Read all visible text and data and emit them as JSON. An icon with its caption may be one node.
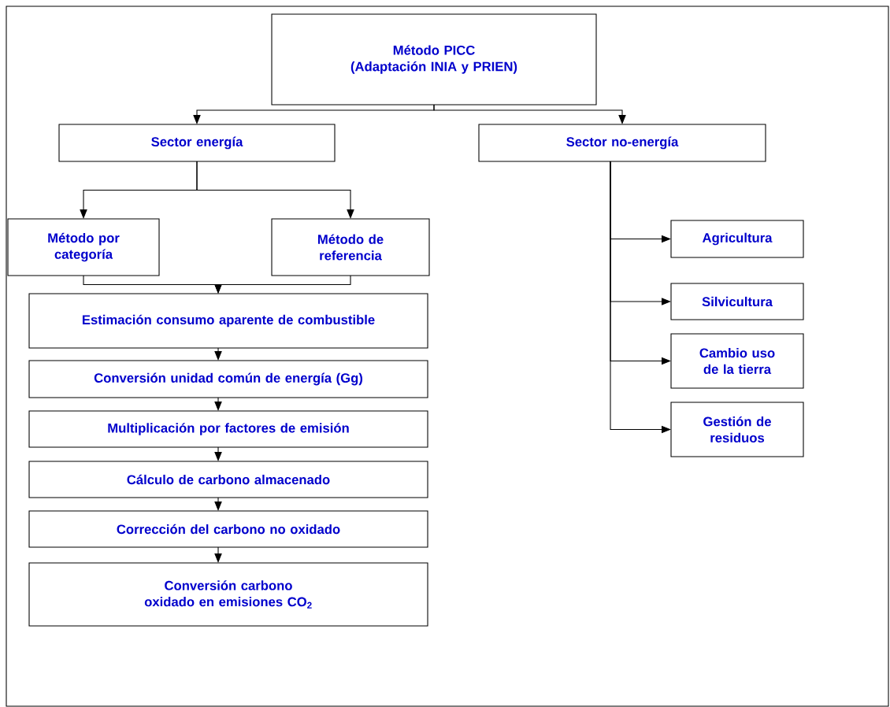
{
  "diagram": {
    "nodes": [
      {
        "text": [
          "Método PICC",
          "(Adaptación INIA y PRIEN)"
        ]
      },
      {
        "text": [
          "Sector energía"
        ]
      },
      {
        "text": [
          "Sector no-energía"
        ]
      },
      {
        "text": [
          "Método por categoría"
        ]
      },
      {
        "text": [
          "Método de referencia"
        ]
      },
      {
        "text": [
          "Estimación consumo aparente de combustible"
        ]
      },
      {
        "text": [
          "Conversión unidad común de energía (Gg)"
        ]
      },
      {
        "text": [
          "Multiplicación por factores de emisión"
        ]
      },
      {
        "text": [
          "Cálculo de carbono almacenado"
        ]
      },
      {
        "text": [
          "Corrección del carbono no oxidado"
        ]
      },
      {
        "text": [
          "Conversión carbono oxidado en emisiones CO$_{2}$"
        ]
      },
      {
        "text": [
          "Agricultura"
        ]
      },
      {
        "text": [
          "Silvicultura"
        ]
      },
      {
        "text": [
          "Cambio uso de la tierra"
        ]
      },
      {
        "text": [
          "Gestión de residuos"
        ]
      }
    ],
    "edges": [
      {
        "from": 0,
        "to": 1,
        "arrow": "to"
      },
      {
        "from": 0,
        "to": 2,
        "arrow": "to"
      },
      {
        "from": 1,
        "to": 3,
        "arrow": "to"
      },
      {
        "from": 1,
        "to": 4,
        "arrow": "to"
      },
      {
        "from": 3,
        "to": 5,
        "arrow": "to"
      },
      {
        "from": 4,
        "to": 5,
        "arrow": "to"
      },
      {
        "from": 5,
        "to": 6,
        "arrow": "to"
      },
      {
        "from": 6,
        "to": 7,
        "arrow": "to"
      },
      {
        "from": 7,
        "to": 8,
        "arrow": "to"
      },
      {
        "from": 8,
        "to": 9,
        "arrow": "to"
      },
      {
        "from": 9,
        "to": 10,
        "arrow": "to"
      },
      {
        "from": 2,
        "to": 11,
        "arrow": "to"
      },
      {
        "from": 2,
        "to": 12,
        "arrow": "to"
      },
      {
        "from": 2,
        "to": 13,
        "arrow": "to"
      },
      {
        "from": 2,
        "to": 14,
        "arrow": "to"
      }
    ]
  }
}
